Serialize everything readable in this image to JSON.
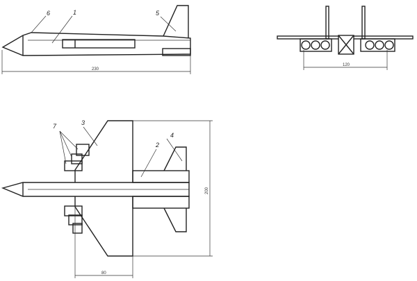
{
  "side_view": {
    "callouts": {
      "c6": "6",
      "c1": "1",
      "c5": "5"
    },
    "dimension": "230"
  },
  "front_view": {
    "dimension": "120"
  },
  "top_view": {
    "callouts": {
      "c7": "7",
      "c3": "3",
      "c2": "2",
      "c4": "4"
    },
    "dimension_length": "200",
    "dimension_width": "80"
  }
}
